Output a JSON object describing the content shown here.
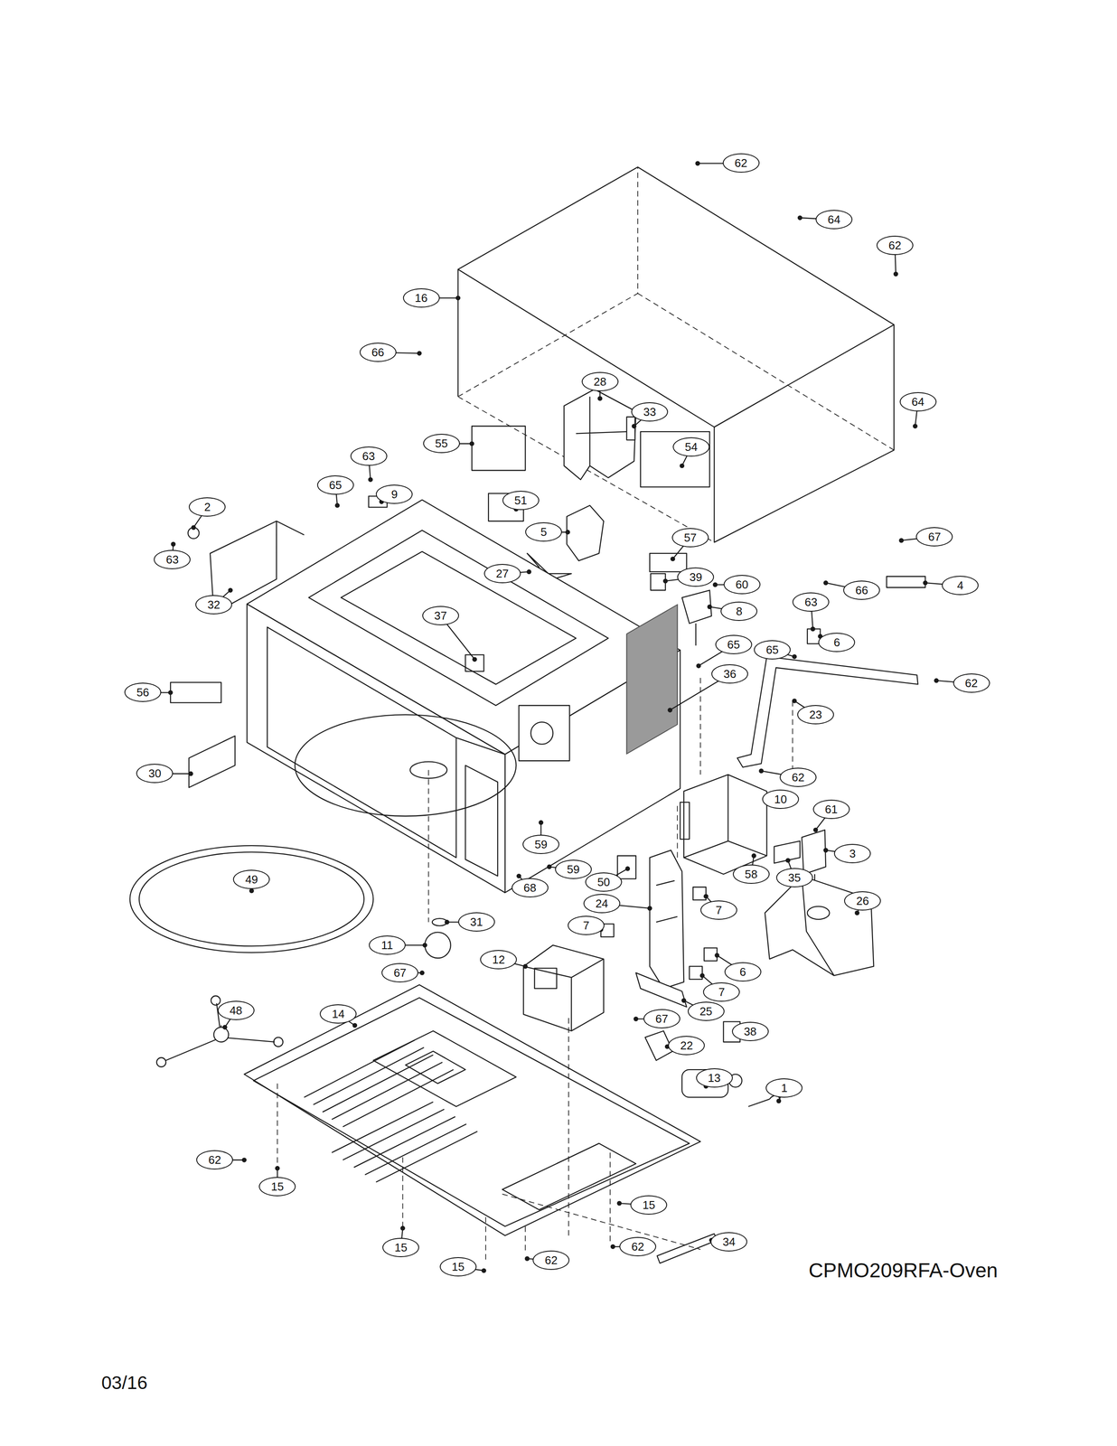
{
  "diagram": {
    "nodes": [
      {
        "text": [
          "62"
        ]
      },
      {
        "text": [
          "64"
        ]
      },
      {
        "text": [
          "62"
        ]
      },
      {
        "text": [
          "16"
        ]
      },
      {
        "text": [
          "66"
        ]
      },
      {
        "text": [
          "28"
        ]
      },
      {
        "text": [
          "33"
        ]
      },
      {
        "text": [
          "55"
        ]
      },
      {
        "text": [
          "54"
        ]
      },
      {
        "text": [
          "63"
        ]
      },
      {
        "text": [
          "64"
        ]
      },
      {
        "text": [
          "65"
        ]
      },
      {
        "text": [
          "9"
        ]
      },
      {
        "text": [
          "51"
        ]
      },
      {
        "text": [
          "2"
        ]
      },
      {
        "text": [
          "5"
        ]
      },
      {
        "text": [
          "67"
        ]
      },
      {
        "text": [
          "57"
        ]
      },
      {
        "text": [
          "27"
        ]
      },
      {
        "text": [
          "4"
        ]
      },
      {
        "text": [
          "63"
        ]
      },
      {
        "text": [
          "66"
        ]
      },
      {
        "text": [
          "39"
        ]
      },
      {
        "text": [
          "60"
        ]
      },
      {
        "text": [
          "8"
        ]
      },
      {
        "text": [
          "32"
        ]
      },
      {
        "text": [
          "63"
        ]
      },
      {
        "text": [
          "37"
        ]
      },
      {
        "text": [
          "65"
        ]
      },
      {
        "text": [
          "6"
        ]
      },
      {
        "text": [
          "65"
        ]
      },
      {
        "text": [
          "62"
        ]
      },
      {
        "text": [
          "36"
        ]
      },
      {
        "text": [
          "56"
        ]
      },
      {
        "text": [
          "23"
        ]
      },
      {
        "text": [
          "30"
        ]
      },
      {
        "text": [
          "62"
        ]
      },
      {
        "text": [
          "10"
        ]
      },
      {
        "text": [
          "61"
        ]
      },
      {
        "text": [
          "59"
        ]
      },
      {
        "text": [
          "3"
        ]
      },
      {
        "text": [
          "35"
        ]
      },
      {
        "text": [
          "59"
        ]
      },
      {
        "text": [
          "58"
        ]
      },
      {
        "text": [
          "50"
        ]
      },
      {
        "text": [
          "68"
        ]
      },
      {
        "text": [
          "49"
        ]
      },
      {
        "text": [
          "24"
        ]
      },
      {
        "text": [
          "26"
        ]
      },
      {
        "text": [
          "7"
        ]
      },
      {
        "text": [
          "31"
        ]
      },
      {
        "text": [
          "7"
        ]
      },
      {
        "text": [
          "11"
        ]
      },
      {
        "text": [
          "12"
        ]
      },
      {
        "text": [
          "6"
        ]
      },
      {
        "text": [
          "67"
        ]
      },
      {
        "text": [
          "7"
        ]
      },
      {
        "text": [
          "48"
        ]
      },
      {
        "text": [
          "14"
        ]
      },
      {
        "text": [
          "25"
        ]
      },
      {
        "text": [
          "67"
        ]
      },
      {
        "text": [
          "38"
        ]
      },
      {
        "text": [
          "22"
        ]
      },
      {
        "text": [
          "13"
        ]
      },
      {
        "text": [
          "1"
        ]
      },
      {
        "text": [
          "62"
        ]
      },
      {
        "text": [
          "15"
        ]
      },
      {
        "text": [
          "15"
        ]
      },
      {
        "text": [
          "34"
        ]
      },
      {
        "text": [
          "15"
        ]
      },
      {
        "text": [
          "62"
        ]
      },
      {
        "text": [
          "62"
        ]
      },
      {
        "text": [
          "15"
        ]
      }
    ],
    "labels": [
      "CPMO209RFA-Oven",
      "03/16"
    ]
  }
}
